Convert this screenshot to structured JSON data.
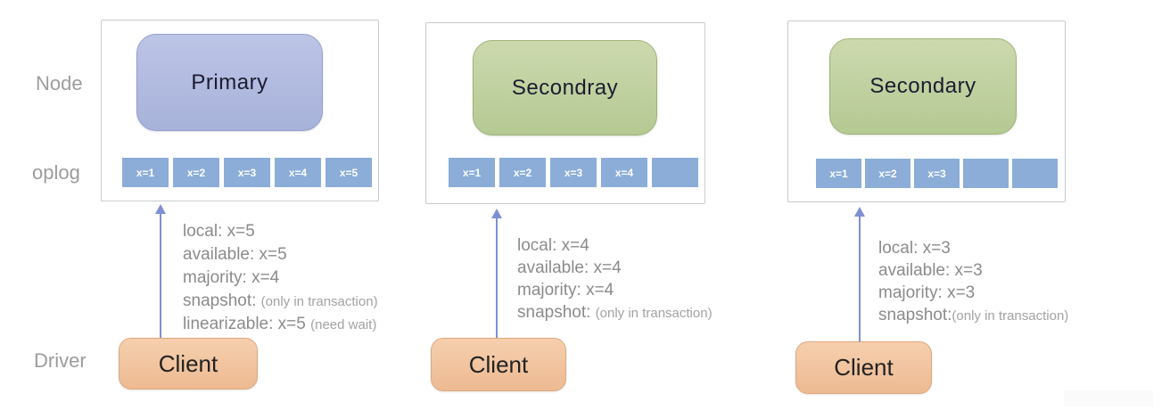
{
  "labels": {
    "node": "Node",
    "oplog": "oplog",
    "driver": "Driver"
  },
  "colors": {
    "primary_fill": "#b2bce0",
    "secondary_fill": "#c1d0a0",
    "client_fill": "#f1c5a0",
    "oplog_cell": "#8badd8",
    "arrow": "#7e90d4",
    "label_gray": "#9c9c9c",
    "annotation_gray": "#8b8b8b"
  },
  "columns": [
    {
      "node_label": "Primary",
      "oplog": [
        "x=1",
        "x=2",
        "x=3",
        "x=4",
        "x=5"
      ],
      "client_label": "Client",
      "annotations": [
        {
          "text": "local: x=5",
          "note": ""
        },
        {
          "text": "available: x=5",
          "note": ""
        },
        {
          "text": "majority: x=4",
          "note": ""
        },
        {
          "text": "snapshot: ",
          "note": "(only in transaction)"
        },
        {
          "text": "linearizable: x=5 ",
          "note": "(need wait)"
        }
      ]
    },
    {
      "node_label": "Secondray",
      "oplog": [
        "x=1",
        "x=2",
        "x=3",
        "x=4",
        ""
      ],
      "client_label": "Client",
      "annotations": [
        {
          "text": "local: x=4",
          "note": ""
        },
        {
          "text": "available: x=4",
          "note": ""
        },
        {
          "text": "majority: x=4",
          "note": ""
        },
        {
          "text": "snapshot: ",
          "note": "(only in transaction)"
        }
      ]
    },
    {
      "node_label": "Secondary",
      "oplog": [
        "x=1",
        "x=2",
        "x=3",
        "",
        ""
      ],
      "client_label": "Client",
      "annotations": [
        {
          "text": "local: x=3",
          "note": ""
        },
        {
          "text": "available: x=3",
          "note": ""
        },
        {
          "text": "majority: x=3",
          "note": ""
        },
        {
          "text": "snapshot:",
          "note": "(only in transaction)"
        }
      ]
    }
  ]
}
